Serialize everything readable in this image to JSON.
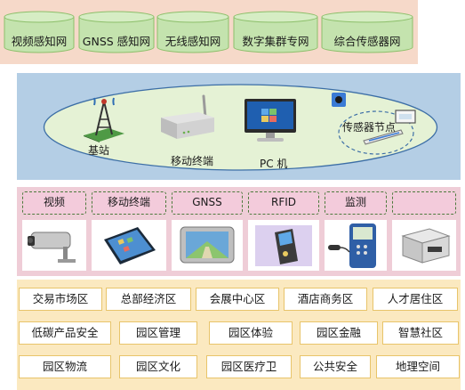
{
  "networks": [
    {
      "label": "视频感知网",
      "icon": "database-cylinder-icon"
    },
    {
      "label": "GNSS 感知网",
      "icon": "database-cylinder-icon"
    },
    {
      "label": "无线感知网",
      "icon": "database-cylinder-icon"
    },
    {
      "label": "数字集群专网",
      "icon": "database-cylinder-icon"
    },
    {
      "label": "综合传感器网",
      "icon": "database-cylinder-icon"
    }
  ],
  "access": {
    "devices": [
      {
        "label": "基站",
        "icon": "base-station-tower-icon"
      },
      {
        "label": "移动终端",
        "icon": "wireless-router-icon"
      },
      {
        "label": "PC 机",
        "icon": "monitor-icon"
      },
      {
        "label": "传感器节点",
        "icon": "sensor-node-icon"
      }
    ]
  },
  "sensing": {
    "tabs": [
      "视频",
      "移动终端",
      "GNSS",
      "RFID",
      "监测",
      ""
    ],
    "images": [
      "cctv-camera-icon",
      "tablet-device-icon",
      "gnss-navigator-icon",
      "rfid-reader-icon",
      "monitoring-meter-icon",
      "instrument-box-icon"
    ]
  },
  "applications": {
    "rows": [
      [
        "交易市场区",
        "总部经济区",
        "会展中心区",
        "酒店商务区",
        "人才居住区"
      ],
      [
        "低碳产品安全",
        "园区管理",
        "园区体验",
        "园区金融",
        "智慧社区"
      ],
      [
        "园区物流",
        "园区文化",
        "园区医疗卫",
        "公共安全",
        "地理空间"
      ]
    ]
  },
  "colors": {
    "network_layer": "#f6d9c9",
    "cylinder": "#c4e3ae",
    "access_layer": "#b4cee5",
    "ellipse": "#e5f2d5",
    "sensing_layer": "#efcdd7",
    "app_layer": "#fbe9c0"
  }
}
